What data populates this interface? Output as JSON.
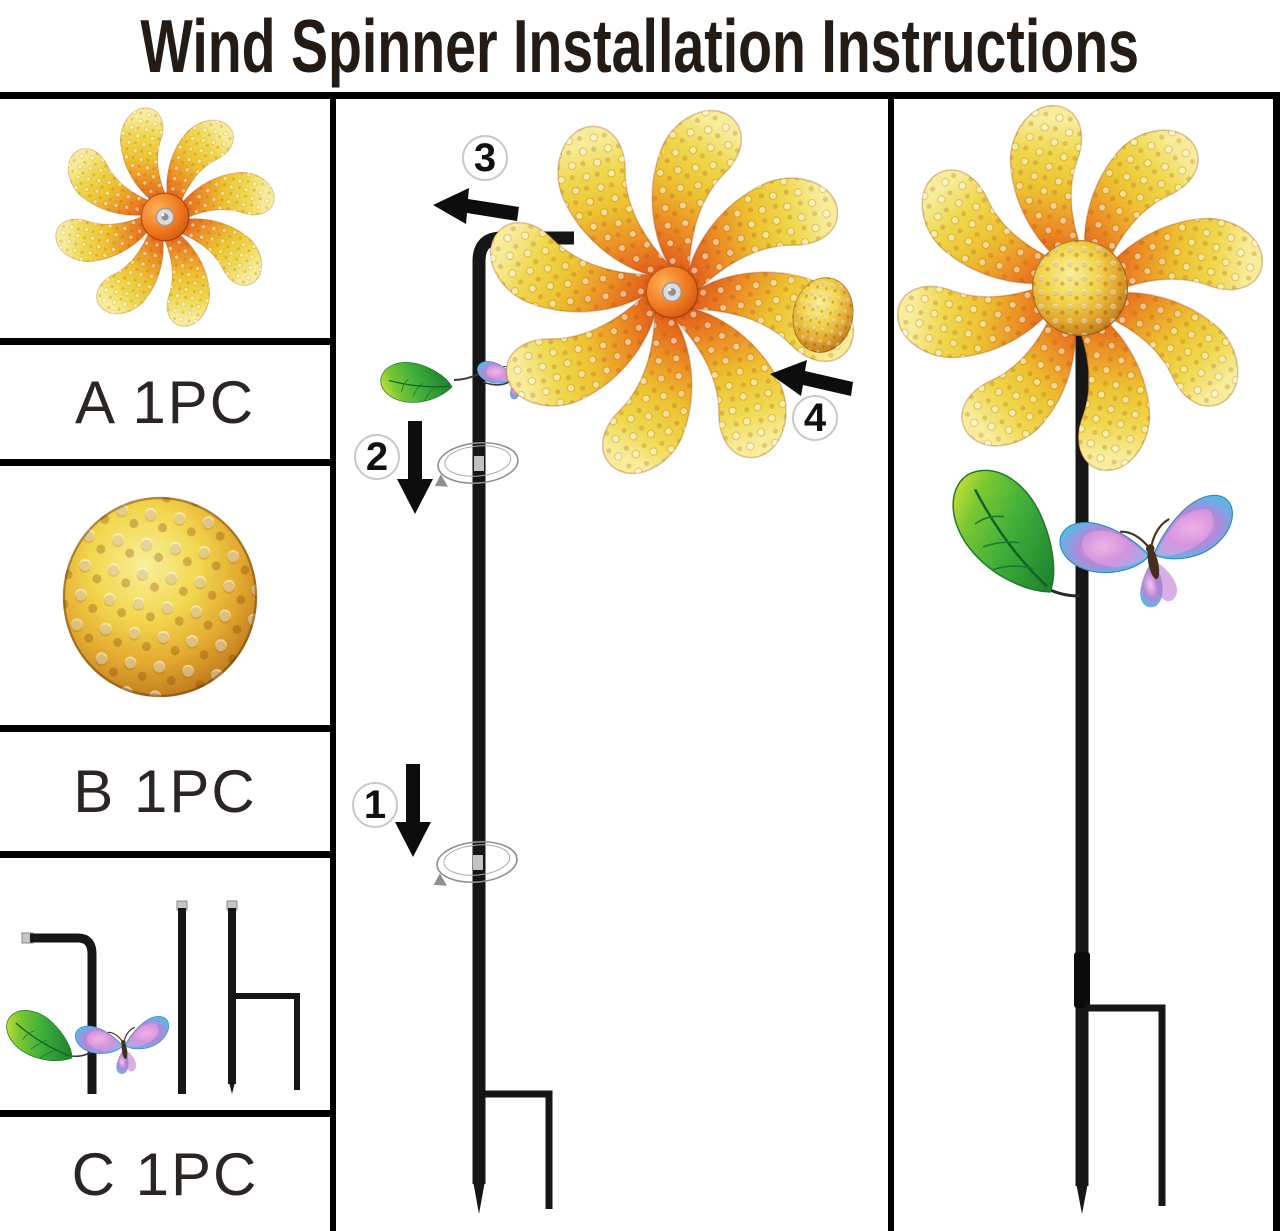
{
  "title": "Wind Spinner Installation Instructions",
  "parts_panel": {
    "items": [
      {
        "id": "A",
        "label": "A 1PC",
        "icon": "flower-spinner-icon"
      },
      {
        "id": "B",
        "label": "B 1PC",
        "icon": "dome-cap-icon"
      },
      {
        "id": "C",
        "label": "C 1PC",
        "icon": "pole-stake-set-icon"
      }
    ]
  },
  "assembly": {
    "steps": [
      {
        "number": "1",
        "annotation": "insert-down-arrow with rotation-ellipse"
      },
      {
        "number": "2",
        "annotation": "insert-down-arrow with rotation-ellipse"
      },
      {
        "number": "3",
        "annotation": "slide-left-arrow onto pole arm"
      },
      {
        "number": "4",
        "annotation": "attach-dome-cap-left-arrow"
      }
    ]
  },
  "colors": {
    "border": "#000000",
    "title_text": "#241b15",
    "label_text": "#2b2523",
    "petal_yellow": "#f0d84f",
    "petal_orange": "#dc4a17",
    "hub_orange": "#f07a20",
    "dome_gold": "#f2d74e",
    "dome_copper": "#8f5413",
    "leaf_green": "#3fae3a",
    "butterfly_blue": "#58b8e8",
    "butterfly_pink": "#f2c4ea",
    "pole_black": "#161616"
  }
}
